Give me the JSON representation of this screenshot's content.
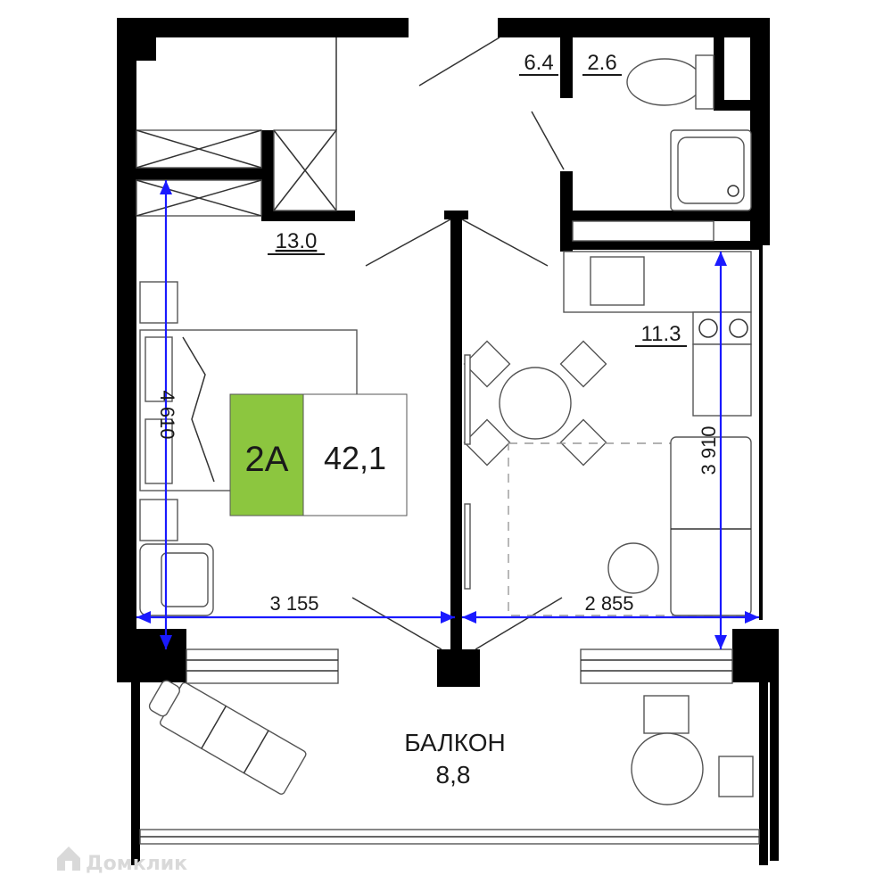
{
  "unit": {
    "code": "2A",
    "total_area": "42,1",
    "accent_color": "#8cc63f"
  },
  "rooms": {
    "hall_area": "13.0",
    "corridor_area": "6.4",
    "bathroom_area": "2.6",
    "kitchen_area": "11.3",
    "balcony_label": "БАЛКОН",
    "balcony_area": "8,8"
  },
  "dimensions": {
    "left_width": "3 155",
    "right_width": "2 855",
    "left_depth": "4 610",
    "right_depth": "3 910",
    "line_color": "#1a1aff"
  },
  "watermark": {
    "text": "Домклик",
    "icon": "house-logo-icon"
  }
}
